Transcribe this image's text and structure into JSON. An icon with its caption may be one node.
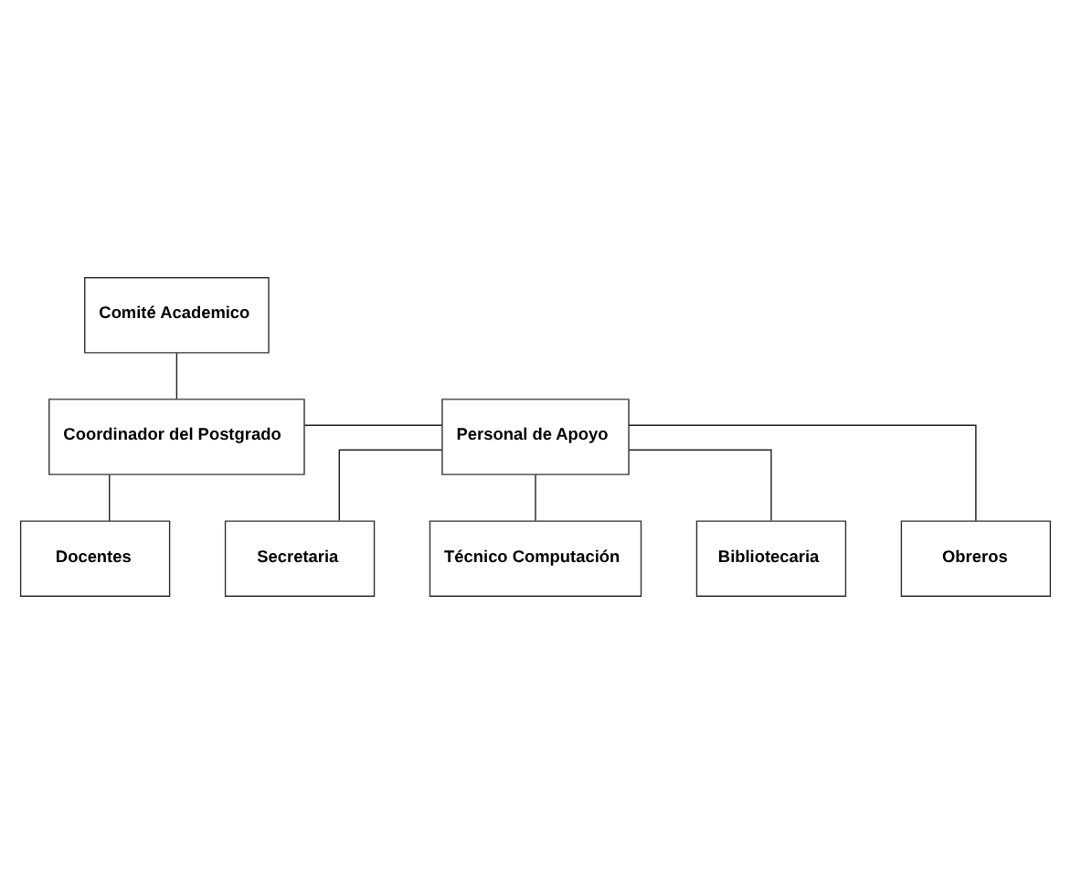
{
  "diagram": {
    "nodes": [
      {
        "text": [
          "Comité Academico"
        ]
      },
      {
        "text": [
          "Coordinador del Postgrado"
        ]
      },
      {
        "text": [
          "Personal de Apoyo"
        ]
      },
      {
        "text": [
          "Docentes"
        ]
      },
      {
        "text": [
          "Secretaria"
        ]
      },
      {
        "text": [
          "Técnico Computación"
        ]
      },
      {
        "text": [
          "Bibliotecaria"
        ]
      },
      {
        "text": [
          "Obreros"
        ]
      }
    ],
    "edges": [
      {
        "from": 0,
        "to": 1,
        "arrow": "none"
      },
      {
        "from": 1,
        "to": 2,
        "arrow": "none"
      },
      {
        "from": 1,
        "to": 3,
        "arrow": "none"
      },
      {
        "from": 2,
        "to": 4,
        "arrow": "none"
      },
      {
        "from": 2,
        "to": 5,
        "arrow": "none"
      },
      {
        "from": 2,
        "to": 6,
        "arrow": "none"
      },
      {
        "from": 2,
        "to": 7,
        "arrow": "none"
      }
    ]
  }
}
